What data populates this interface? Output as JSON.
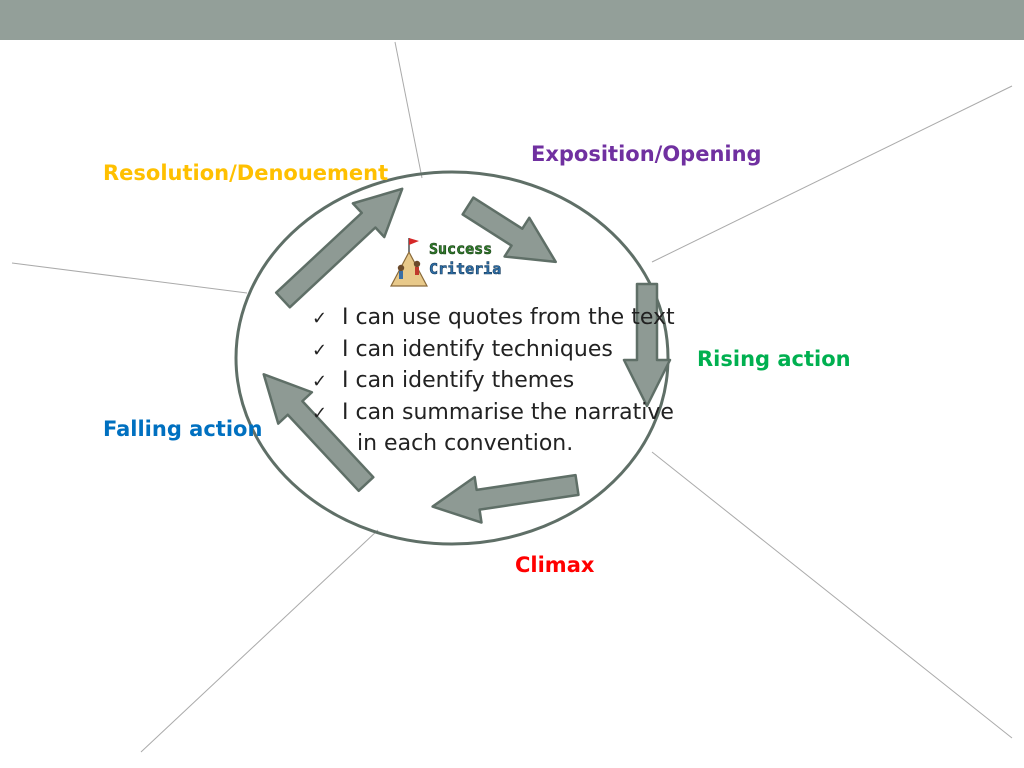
{
  "colors": {
    "top_bar": "#939f99",
    "circle_stroke": "#5f6f67",
    "arrow_fill": "#8e9a94",
    "arrow_stroke": "#5f6f67",
    "guide_line": "#aaaaaa"
  },
  "stages": {
    "exposition": {
      "label": "Exposition/Opening",
      "color": "#7030a0"
    },
    "resolution": {
      "label": "Resolution/Denouement",
      "color": "#ffc000"
    },
    "rising": {
      "label": "Rising action",
      "color": "#00b050"
    },
    "falling": {
      "label": "Falling action",
      "color": "#0070c0"
    },
    "climax": {
      "label": "Climax",
      "color": "#ff0000"
    }
  },
  "success_criteria": {
    "logo_line1": "Success",
    "logo_line2": "Criteria",
    "logo_icon": "mountain-climbers-flag-icon",
    "check_icon": "checkmark-icon",
    "items": [
      "I can use quotes from the text",
      "I can identify techniques",
      "I can identify themes",
      "I can summarise the narrative"
    ],
    "item_continuation": "in each convention."
  }
}
